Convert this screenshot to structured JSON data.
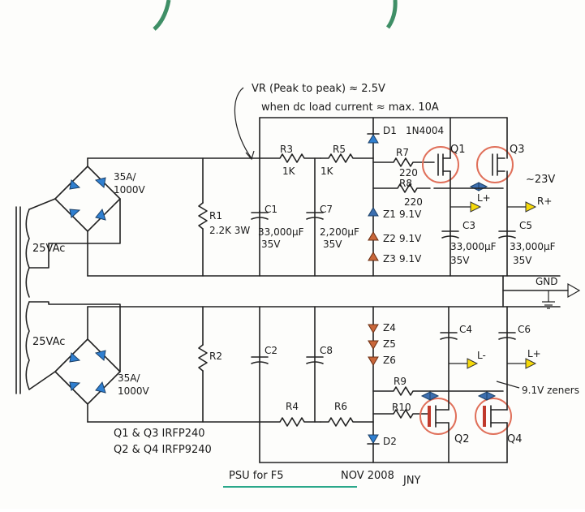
{
  "annotation": {
    "ripple": "VR (Peak to peak) ≈ 2.5V",
    "load": "when dc load current ≈ max. 10A"
  },
  "transformer": {
    "top_secondary": "25VAc",
    "bottom_secondary": "25VAc"
  },
  "bridges": {
    "top_rating": "35A/ 1000V",
    "bottom_rating": "35A/ 1000V"
  },
  "resistors": {
    "r1": "R1",
    "r1_value": "2.2K 3W",
    "r2": "R2",
    "r3": "R3",
    "r3_value": "1K",
    "r5": "R5",
    "r5_value": "1K",
    "r7": "R7",
    "r7_value": "220",
    "r8": "R8",
    "r8_value": "220",
    "r4": "R4",
    "r6": "R6",
    "r9": "R9",
    "r10": "R10"
  },
  "capacitors": {
    "c1": "C1",
    "c1_value": "33,000µF",
    "c1_voltage": "35V",
    "c7": "C7",
    "c7_value": "2,200µF",
    "c7_voltage": "35V",
    "c3": "C3",
    "c3_value": "33,000µF",
    "c3_voltage": "35V",
    "c5": "C5",
    "c5_value": "33,000µF",
    "c5_voltage": "35V",
    "c2": "C2",
    "c8": "C8",
    "c4": "C4",
    "c6": "C6"
  },
  "diodes": {
    "d1": "D1",
    "d1_part": "1N4004",
    "d2": "D2",
    "z1": "Z1",
    "z1_value": "9.1V",
    "z2": "Z2",
    "z2_value": "9.1V",
    "z3": "Z3",
    "z3_value": "9.1V",
    "z4": "Z4",
    "z5": "Z5",
    "z6": "Z6"
  },
  "transistors": {
    "q1": "Q1",
    "q2": "Q2",
    "q3": "Q3",
    "q4": "Q4"
  },
  "outputs": {
    "voltage": "~23V",
    "l_plus_top": "L+",
    "r_plus": "R+",
    "gnd": "GND",
    "l_minus": "L-",
    "l_plus_bottom": "L+",
    "zener_note": "9.1V zeners"
  },
  "parts_list": {
    "line1": "Q1 & Q3  IRFP240",
    "line2": "Q2 & Q4  IRFP9240"
  },
  "footer": {
    "title": "PSU for F5",
    "date": "NOV 2008",
    "initials": "JNY"
  },
  "colors": {
    "diode": "#2f7fd0",
    "zener_orange": "#c9673a",
    "mosfet_ring": "#e0705a",
    "output_marker": "#f5d90a",
    "footer_underline": "#2aa88a"
  }
}
